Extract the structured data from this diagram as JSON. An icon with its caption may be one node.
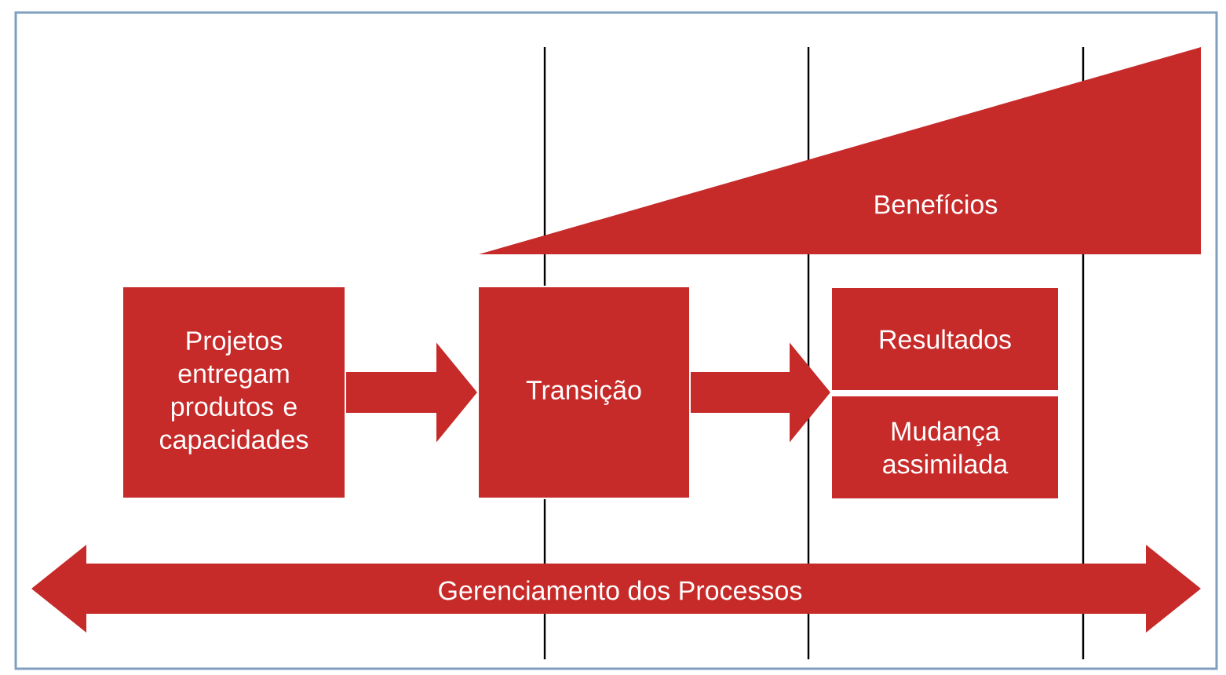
{
  "diagram": {
    "nodes": [
      {
        "text": [
          "Projetos entregam produtos e capacidades"
        ]
      },
      {
        "text": [
          "Transição"
        ]
      },
      {
        "text": [
          "Resultados"
        ]
      },
      {
        "text": [
          "Mudança assimilada"
        ]
      },
      {
        "text": [
          "Benefícios"
        ]
      },
      {
        "text": [
          "Gerenciamento dos Processos"
        ]
      }
    ],
    "edges": [
      {
        "from": 0,
        "to": 1,
        "arrow": "to"
      },
      {
        "from": 1,
        "to": 2,
        "arrow": "to"
      }
    ]
  }
}
